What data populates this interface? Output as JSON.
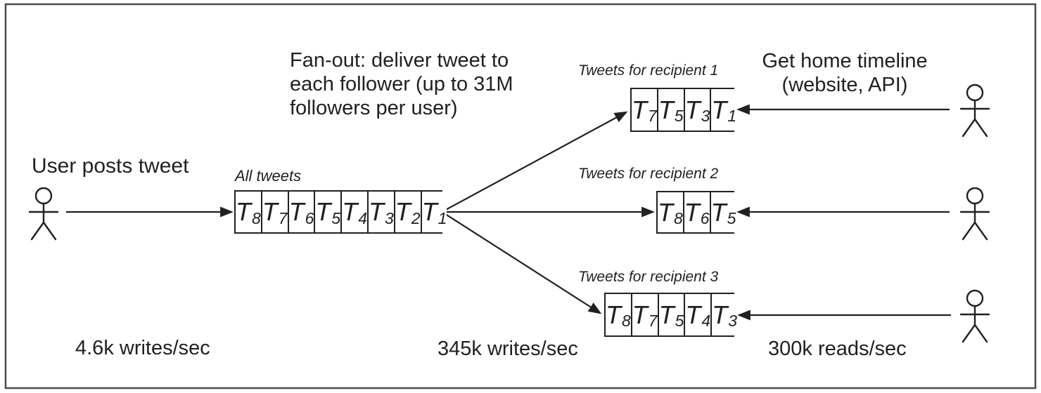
{
  "colors": {
    "ink": "#231f20",
    "frame": "#4b4b4b",
    "background": "#ffffff"
  },
  "labels": {
    "user_posts": "User posts tweet",
    "fanout_lines": [
      "Fan-out: deliver tweet to",
      "each follower (up to 31M",
      "followers per user)"
    ],
    "timeline_lines": [
      "Get home timeline",
      "(website, API)"
    ],
    "rate_left": "4.6k writes/sec",
    "rate_middle": "345k writes/sec",
    "rate_right": "300k reads/sec"
  },
  "queues": {
    "all": {
      "label": "All tweets",
      "cells": [
        {
          "base": "T",
          "sub": "8"
        },
        {
          "base": "T",
          "sub": "7"
        },
        {
          "base": "T",
          "sub": "6"
        },
        {
          "base": "T",
          "sub": "5"
        },
        {
          "base": "T",
          "sub": "4"
        },
        {
          "base": "T",
          "sub": "3"
        },
        {
          "base": "T",
          "sub": "2"
        },
        {
          "base": "T",
          "sub": "1"
        }
      ]
    },
    "recipient1": {
      "label": "Tweets for recipient 1",
      "cells": [
        {
          "base": "T",
          "sub": "7"
        },
        {
          "base": "T",
          "sub": "5"
        },
        {
          "base": "T",
          "sub": "3"
        },
        {
          "base": "T",
          "sub": "1"
        }
      ]
    },
    "recipient2": {
      "label": "Tweets for recipient 2",
      "cells": [
        {
          "base": "T",
          "sub": "8"
        },
        {
          "base": "T",
          "sub": "6"
        },
        {
          "base": "T",
          "sub": "5"
        }
      ]
    },
    "recipient3": {
      "label": "Tweets for recipient 3",
      "cells": [
        {
          "base": "T",
          "sub": "8"
        },
        {
          "base": "T",
          "sub": "7"
        },
        {
          "base": "T",
          "sub": "5"
        },
        {
          "base": "T",
          "sub": "4"
        },
        {
          "base": "T",
          "sub": "3"
        }
      ]
    }
  }
}
